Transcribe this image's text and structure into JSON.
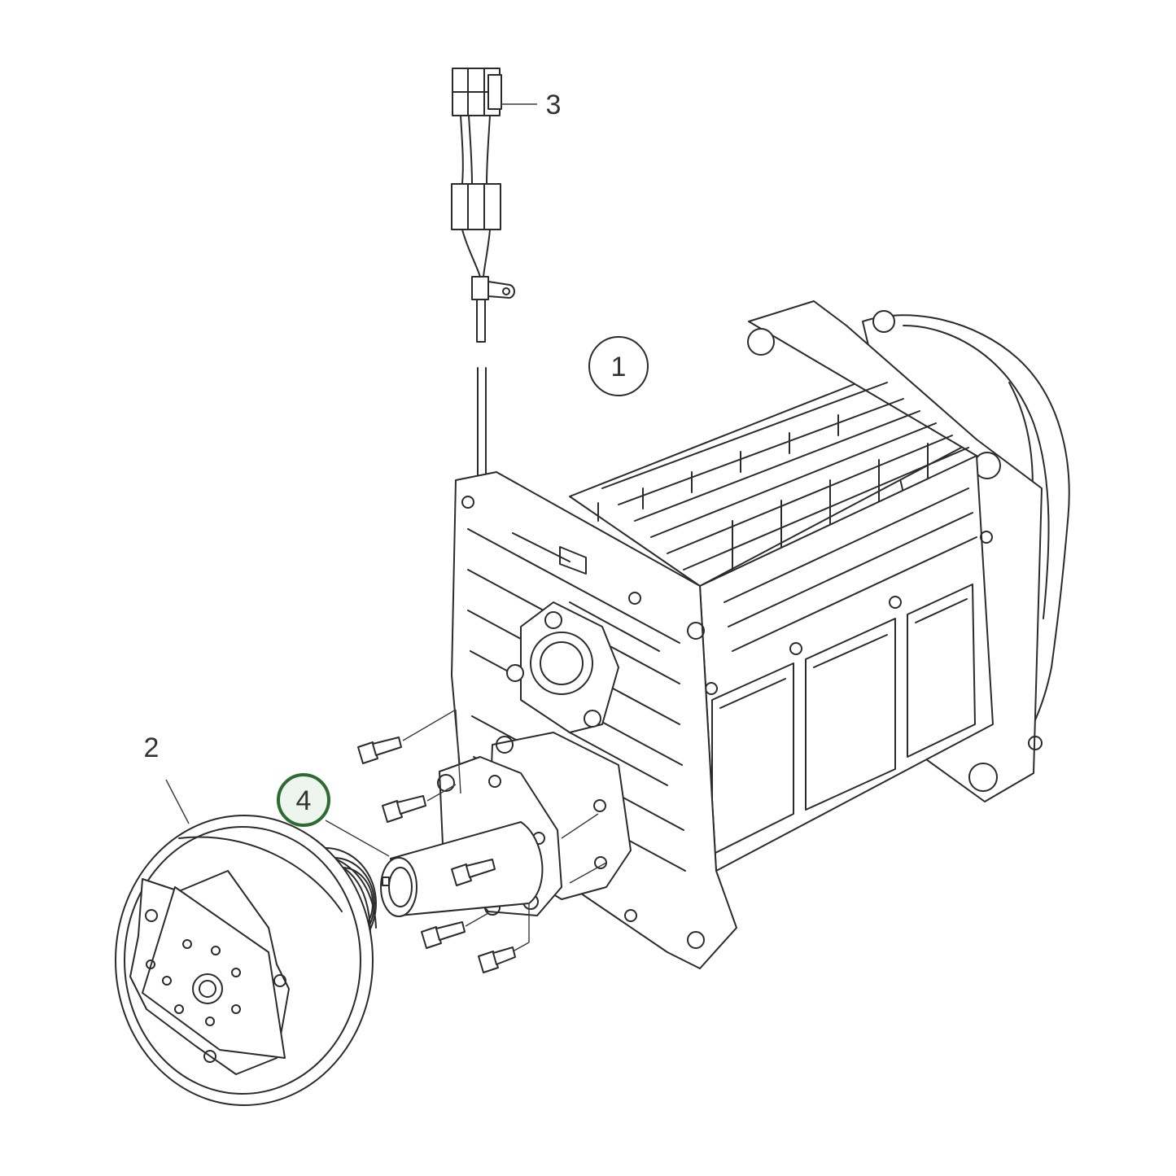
{
  "callouts": [
    {
      "id": "1",
      "label": "1",
      "style": "circled"
    },
    {
      "id": "2",
      "label": "2",
      "style": "plain"
    },
    {
      "id": "3",
      "label": "3",
      "style": "plain"
    },
    {
      "id": "4",
      "label": "4",
      "style": "circled-highlight"
    }
  ],
  "colors": {
    "line": "#2b2b2b",
    "background": "#ffffff",
    "highlight_ring": "#2e6b32",
    "highlight_fill": "#eef5ee"
  }
}
